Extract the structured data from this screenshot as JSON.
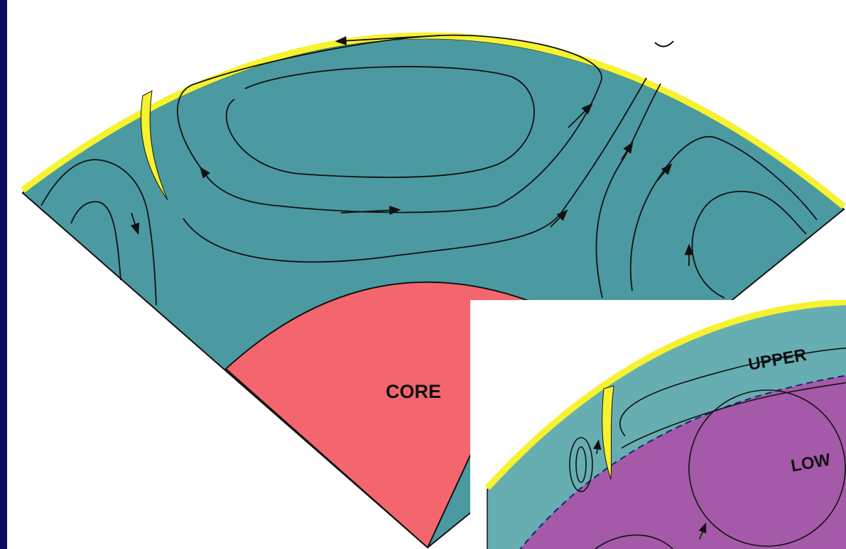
{
  "slide": {
    "background": "#0a0a63",
    "panel_background": "#ffffff"
  },
  "diagram_1": {
    "labels": {
      "core": "CORE"
    },
    "colors": {
      "mantle": "#4b9aa1",
      "core": "#f4666e",
      "crust": "#f6f230",
      "flow_lines": "#111111"
    }
  },
  "diagram_2": {
    "labels": {
      "upper": "UPPER",
      "lower": "LOW"
    },
    "colors": {
      "upper_mantle": "#66aeb1",
      "lower_mantle": "#a45aa8",
      "crust": "#f6f230",
      "boundary": "dashed"
    }
  }
}
